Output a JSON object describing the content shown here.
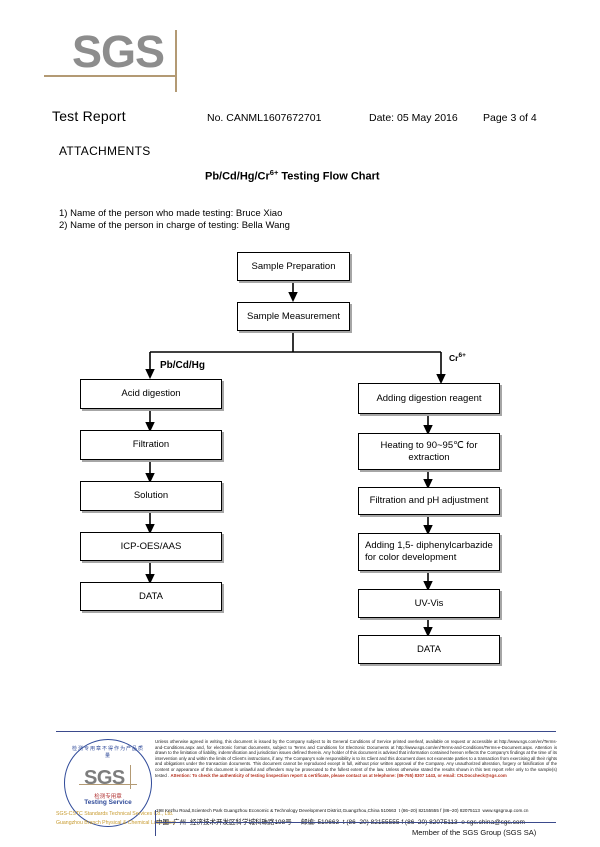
{
  "document": {
    "brand": "SGS",
    "title": "Test Report",
    "report_no": "No. CANML1607672701",
    "date": "Date: 05 May 2016",
    "page": "Page 3 of 4",
    "section_heading": "ATTACHMENTS",
    "chart_title_main": "Pb/Cd/Hg/Cr",
    "chart_title_sup": "6+",
    "chart_title_tail": " Testing Flow Chart",
    "notes": [
      "1) Name of the person who made testing:  Bruce Xiao",
      "2) Name of the person in charge of testing:  Bella Wang"
    ]
  },
  "flowchart": {
    "type": "flow-diagram",
    "common_steps": [
      {
        "id": "sample-preparation",
        "label": "Sample Preparation"
      },
      {
        "id": "sample-measurement",
        "label": "Sample Measurement"
      }
    ],
    "branches": [
      {
        "id": "pb-cd-hg",
        "label": "Pb/Cd/Hg",
        "label_sup": "",
        "steps": [
          {
            "id": "acid-digestion",
            "label": "Acid digestion"
          },
          {
            "id": "filtration",
            "label": "Filtration"
          },
          {
            "id": "solution",
            "label": "Solution"
          },
          {
            "id": "icp-oes-aas",
            "label": "ICP-OES/AAS"
          },
          {
            "id": "data-left",
            "label": "DATA"
          }
        ]
      },
      {
        "id": "cr6",
        "label": "Cr",
        "label_sup": "6+",
        "steps": [
          {
            "id": "adding-digestion-reagent",
            "label": "Adding digestion reagent"
          },
          {
            "id": "heating",
            "label": "Heating to 90~95℃ for extraction"
          },
          {
            "id": "filtration-ph",
            "label": "Filtration and pH adjustment"
          },
          {
            "id": "adding-dpc",
            "label": "Adding 1,5- diphenylcarbazide for color development"
          },
          {
            "id": "uv-vis",
            "label": "UV-Vis"
          },
          {
            "id": "data-right",
            "label": "DATA"
          }
        ]
      }
    ]
  },
  "footer": {
    "stamp": {
      "brand": "SGS",
      "cn_top": "检测专用章不得作为产品质量",
      "cn_mid": "检测专用章",
      "testing_service": "Testing Service",
      "line1": "SGS-CSTC Standards Technical Services Co., Ltd.",
      "line2": "Guangzhou Branch Physical & Chemical Laboratory"
    },
    "legal": "Unless otherwise agreed in writing, this document is issued by the Company subject to its General Conditions of Service printed overleaf, available on request or accessible at http://www.sgs.com/en/Terms-and-Conditions.aspx and, for electronic format documents, subject to Terms and Conditions for Electronic Documents at http://www.sgs.com/en/Terms-and-Conditions/Terms-e-Document.aspx. Attention is drawn to the limitation of liability, indemnification and jurisdiction issues defined therein. Any holder of this document is advised that information contained hereon reflects the Company's findings at the time of its intervention only and within the limits of Client's instructions, if any. The Company's sole responsibility is to its Client and this document does not exonerate parties to a transaction from exercising all their rights and obligations under the transaction documents. This document cannot be reproduced except in full, without prior written approval of the Company. Any unauthorized alteration, forgery or falsification of the content or appearance of this document is unlawful and offenders may be prosecuted to the fullest extent of the law. Unless otherwise stated the results shown in this test report refer only to the sample(s) tested .",
    "attention": "Attention: To check the authenticity of testing /inspection report & certificate, please contact us at telephone: (86-755) 8307 1443, or email: CN.Doccheck@sgs.com",
    "address_en": "198 Kezhu Road,Scientech Park Guangzhou Economic & Technology Development District,Guangzhou,China  510663",
    "address_en_tel": "t (86–20) 82155555  f (86–20) 82075113",
    "address_en_web": "www.sgsgroup.com.cn",
    "address_cn": "中国 ·广州 -经济技术开发区科学城科珠路198号",
    "address_cn_zip": "邮编: 510663",
    "address_cn_tel": "t (86–20) 82155555  f (86–20) 82075113",
    "address_cn_email": "e sgs.china@sgs.com",
    "member": "Member of the SGS Group (SGS SA)"
  }
}
